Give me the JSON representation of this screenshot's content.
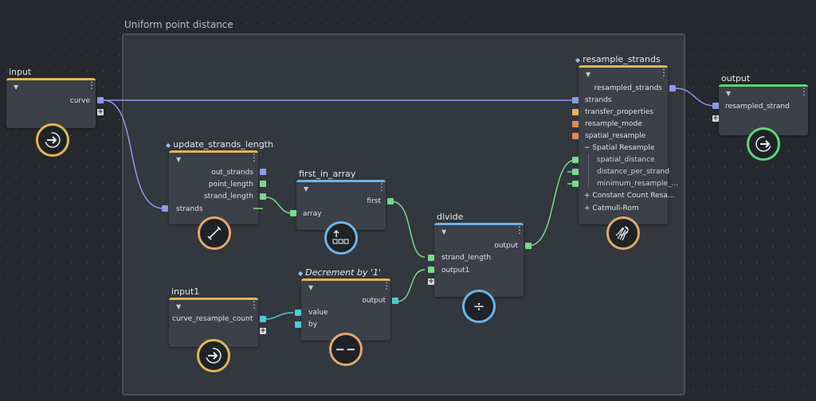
{
  "frame": {
    "title": "Uniform point distance"
  },
  "colors": {
    "stream_blue": "#8e97ea",
    "green": "#7bd78e",
    "cyan": "#4ec9d6",
    "yellow": "#e0b654",
    "orange": "#e08a57",
    "compound_header": "#e0b654",
    "utility_header": "#6bb5ea",
    "output_header": "#5fd37b"
  },
  "nodes": {
    "input": {
      "title": "input",
      "port": "curve",
      "icon": "arrow-in-icon"
    },
    "output": {
      "title": "output",
      "port": "resampled_strand",
      "icon": "arrow-out-icon"
    },
    "update_strands_length": {
      "title": "update_strands_length",
      "outputs": [
        "out_strands",
        "point_length",
        "strand_length"
      ],
      "inputs": [
        "strands"
      ],
      "icon": "ruler-icon"
    },
    "first_in_array": {
      "title": "first_in_array",
      "outputs": [
        "first"
      ],
      "inputs": [
        "array"
      ],
      "icon": "array-first-icon"
    },
    "divide": {
      "title": "divide",
      "outputs": [
        "output"
      ],
      "inputs": [
        "strand_length",
        "output1"
      ],
      "icon_text": "÷"
    },
    "input1": {
      "title": "input1",
      "port": "curve_resample_count",
      "icon": "arrow-in-icon"
    },
    "decrement": {
      "title": "Decrement by '1'",
      "outputs": [
        "output"
      ],
      "inputs": [
        "value",
        "by"
      ],
      "icon_text": "−−"
    },
    "resample_strands": {
      "title": "resample_strands",
      "outputs": [
        "resampled_strands"
      ],
      "inputs": [
        "strands",
        "transfer_properties",
        "resample_mode",
        "spatial_resample"
      ],
      "group_spatial": "Spatial Resample",
      "spatial_items": [
        "spatial_distance",
        "distance_per_strand",
        "minimum_resample_..."
      ],
      "group_constant": "Constant Count Resa...",
      "group_catmull": "Catmull-Rom",
      "icon": "squid-icon"
    }
  }
}
